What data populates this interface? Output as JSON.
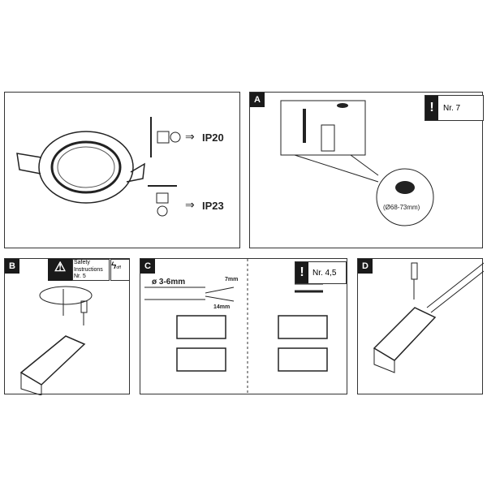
{
  "overview": {
    "ip_ratings": [
      "IP20",
      "IP23"
    ]
  },
  "step_a": {
    "label": "A",
    "note": "Nr. 7",
    "cutout": "(Ø68-73mm)"
  },
  "step_b": {
    "label": "B",
    "safety_line1": "Safety",
    "safety_line2": "Instructions",
    "safety_ref": "Nr. 5",
    "power_off": "off"
  },
  "step_c": {
    "label": "C",
    "cable_diameter": "ø 3-6mm",
    "strip_short": "7mm",
    "strip_long": "14mm",
    "note": "Nr. 4,5"
  },
  "step_d": {
    "label": "D"
  }
}
